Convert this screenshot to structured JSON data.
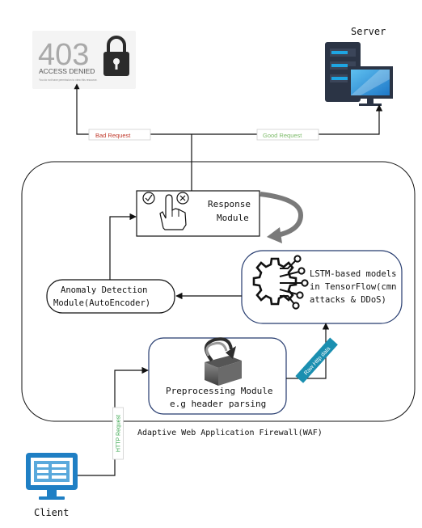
{
  "access_denied": {
    "code": "403",
    "text": "ACCESS DENIED",
    "subtext": "You do not have permission to view this resource."
  },
  "server": {
    "label": "Server"
  },
  "client": {
    "label": "Client"
  },
  "edges": {
    "bad_request": "Bad Request",
    "good_request": "Good Request",
    "http_request": "HTTP Request",
    "raw_http_data": "Raw Http data"
  },
  "modules": {
    "response": {
      "line1": "Response",
      "line2": "Module"
    },
    "anomaly": {
      "line1": "Anomaly Detection",
      "line2": "Module(AutoEncoder)"
    },
    "lstm": {
      "line1": "LSTM-based models",
      "line2": "in TensorFlow(cmn",
      "line3": "attacks & DDoS)"
    },
    "preprocessing": {
      "line1": "Preprocessing Module",
      "line2": "e.g header parsing"
    }
  },
  "waf": {
    "label": "Adaptive Web Application Firewall(WAF)"
  },
  "colors": {
    "bad": "#c0392b",
    "good": "#7dbb6a",
    "badge_http": "#3aa64f",
    "badge_raw": "#1a8fb0",
    "server_blue": "#1e88c8",
    "client_blue": "#1f7fc4",
    "module_border": "#243a6e"
  }
}
